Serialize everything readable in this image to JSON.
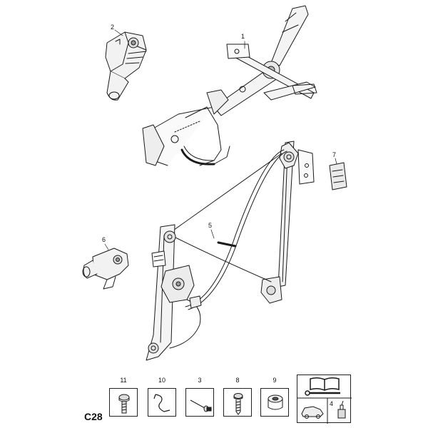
{
  "sheet": {
    "code": "C28"
  },
  "callouts": [
    {
      "id": "1",
      "label": "1"
    },
    {
      "id": "2",
      "label": "2"
    },
    {
      "id": "5",
      "label": "5"
    },
    {
      "id": "6",
      "label": "6"
    },
    {
      "id": "7",
      "label": "7"
    }
  ],
  "parts_strip": [
    {
      "number": "11",
      "icon": "bolt-flange-icon"
    },
    {
      "number": "10",
      "icon": "wire-clip-icon"
    },
    {
      "number": "3",
      "icon": "rivet-icon"
    },
    {
      "number": "8",
      "icon": "screw-icon"
    },
    {
      "number": "9",
      "icon": "grommet-icon"
    }
  ],
  "info_panel": {
    "number": "4",
    "icons": [
      "manual-book-icon",
      "wrench-icon",
      "vehicle-icon",
      "lubricant-icon"
    ]
  }
}
